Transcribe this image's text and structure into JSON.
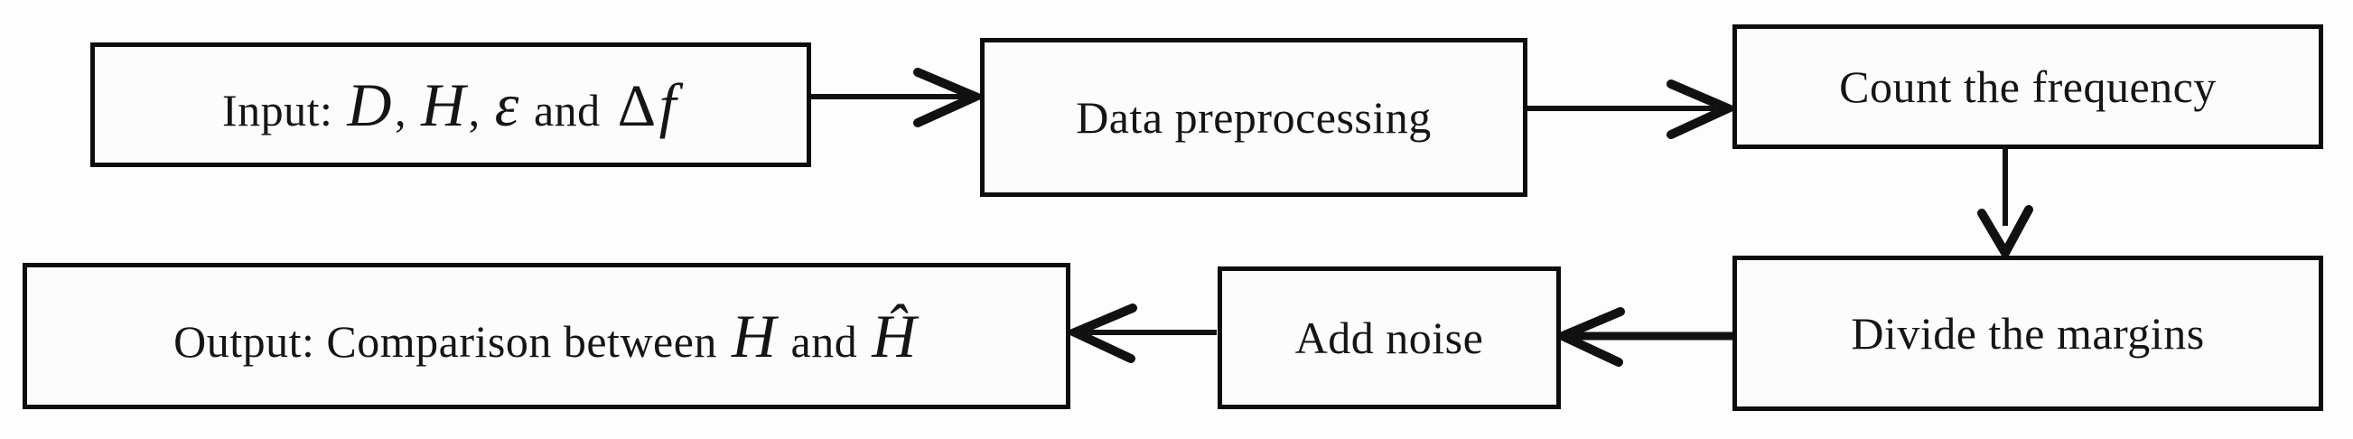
{
  "diagram": {
    "type": "flowchart",
    "colors": {
      "background": "#fdfdfd",
      "box_fill": "#fcfcfc",
      "box_border": "#0d0d0d",
      "text": "#151515",
      "arrow": "#111111"
    },
    "nodes": {
      "input": {
        "label": "Input: D, H, ε and Δf",
        "parts": [
          {
            "text": "Input: "
          },
          {
            "text": "D"
          },
          {
            "text": ", "
          },
          {
            "text": "H"
          },
          {
            "text": ", "
          },
          {
            "text": "ε"
          },
          {
            "text": " and "
          },
          {
            "text": "Δ"
          },
          {
            "text": "f"
          }
        ]
      },
      "preprocess": {
        "label": "Data preprocessing"
      },
      "count": {
        "label": "Count the frequency"
      },
      "divide": {
        "label": "Divide the margins"
      },
      "noise": {
        "label": "Add noise"
      },
      "output": {
        "label": "Output: Comparison between H and Ĥ",
        "parts": [
          {
            "text": "Output: Comparison between "
          },
          {
            "text": "H"
          },
          {
            "text": " and "
          },
          {
            "text": "Ĥ"
          }
        ]
      }
    },
    "edges": [
      {
        "from": "input",
        "to": "preprocess",
        "direction": "right"
      },
      {
        "from": "preprocess",
        "to": "count",
        "direction": "right"
      },
      {
        "from": "count",
        "to": "divide",
        "direction": "down"
      },
      {
        "from": "divide",
        "to": "noise",
        "direction": "left"
      },
      {
        "from": "noise",
        "to": "output",
        "direction": "left"
      }
    ]
  }
}
